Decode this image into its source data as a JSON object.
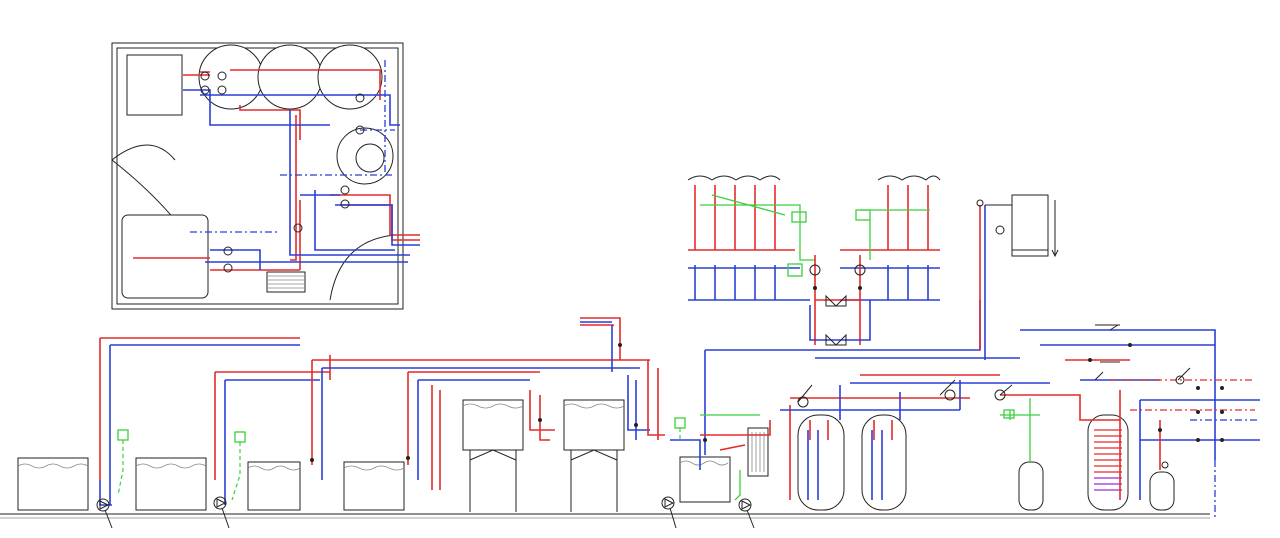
{
  "diagram": {
    "colors": {
      "supply": "#e32b2b",
      "return": "#2a3fd6",
      "control": "#3ccf3c",
      "outline": "#222222",
      "background": "#ffffff"
    },
    "views": [
      "plan-view",
      "schematic-view"
    ],
    "components": {
      "plan": [
        "cylindrical-tank-1",
        "cylindrical-tank-2",
        "cylindrical-tank-3",
        "round-vessel",
        "rectangular-tank-top",
        "rectangular-tank-bottom",
        "heat-exchanger-block"
      ],
      "schematic": [
        "open-tank-1",
        "open-tank-2",
        "open-tank-3",
        "open-tank-4",
        "raised-tank-1",
        "raised-tank-2",
        "sump-tank",
        "plate-heat-exchanger",
        "storage-cylinder-1",
        "storage-cylinder-2",
        "expansion-vessel-1",
        "expansion-vessel-2",
        "coil-cylinder",
        "header-tank",
        "manifold-left",
        "manifold-right"
      ]
    }
  }
}
